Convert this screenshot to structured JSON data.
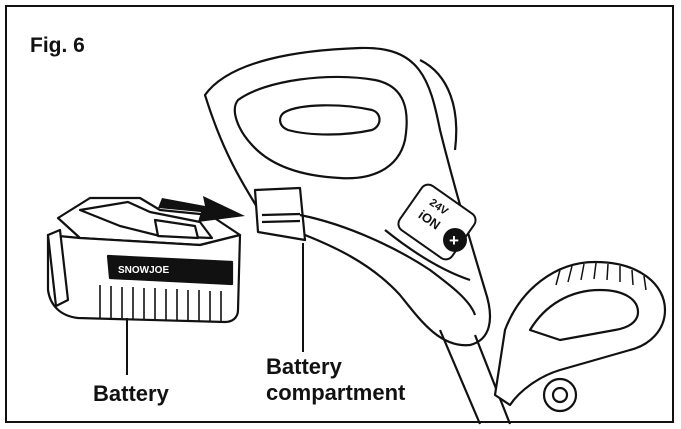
{
  "figure": {
    "label": "Fig. 6",
    "callouts": {
      "battery": "Battery",
      "compartment_line1": "Battery",
      "compartment_line2": "compartment"
    },
    "battery_brand": "SNOWJOE",
    "tool_badge_line1": "24V",
    "tool_badge_line2": "iON",
    "tool_badge_symbol": "+"
  }
}
